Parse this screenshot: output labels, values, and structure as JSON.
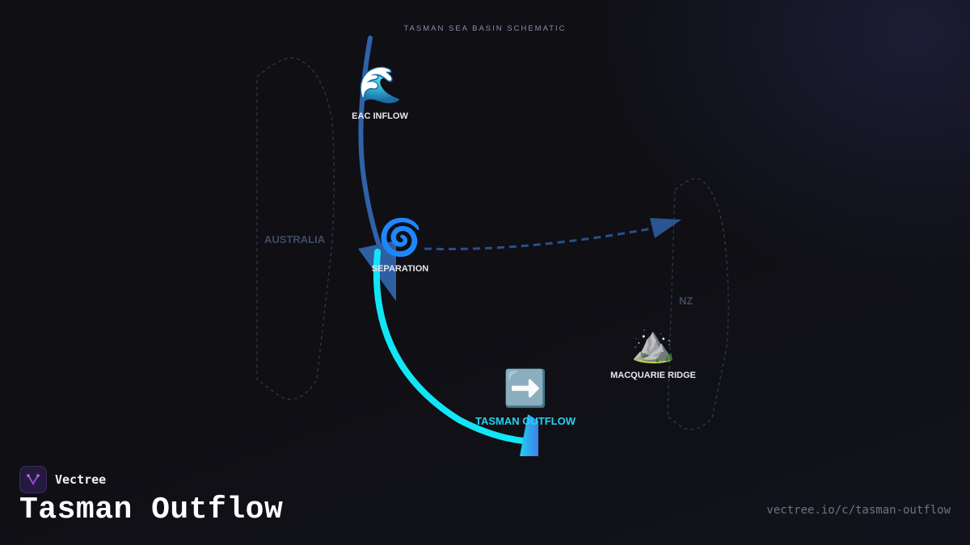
{
  "diagram": {
    "subtitle": "TASMAN SEA BASIN SCHEMATIC",
    "regions": {
      "australia": "AUSTRALIA",
      "nz": "NZ"
    },
    "nodes": {
      "eac_inflow": {
        "icon": "water-wave-icon",
        "emoji": "🌊",
        "label": "EAC INFLOW"
      },
      "separation": {
        "icon": "cyclone-icon",
        "emoji": "🌀",
        "label": "SEPARATION"
      },
      "tasman_outflow": {
        "icon": "right-arrow-icon",
        "emoji": "➡️",
        "label": "TASMAN OUTFLOW"
      },
      "macquarie_ridge": {
        "icon": "mountain-icon",
        "emoji": "⛰️",
        "label": "MACQUARIE RIDGE"
      }
    },
    "colors": {
      "flow_primary": "#2f62a8",
      "flow_highlight": "#12e6f5",
      "coastline": "#2c3a4e"
    }
  },
  "brand": {
    "name": "Vectree"
  },
  "page": {
    "title": "Tasman Outflow",
    "url": "vectree.io/c/tasman-outflow"
  }
}
